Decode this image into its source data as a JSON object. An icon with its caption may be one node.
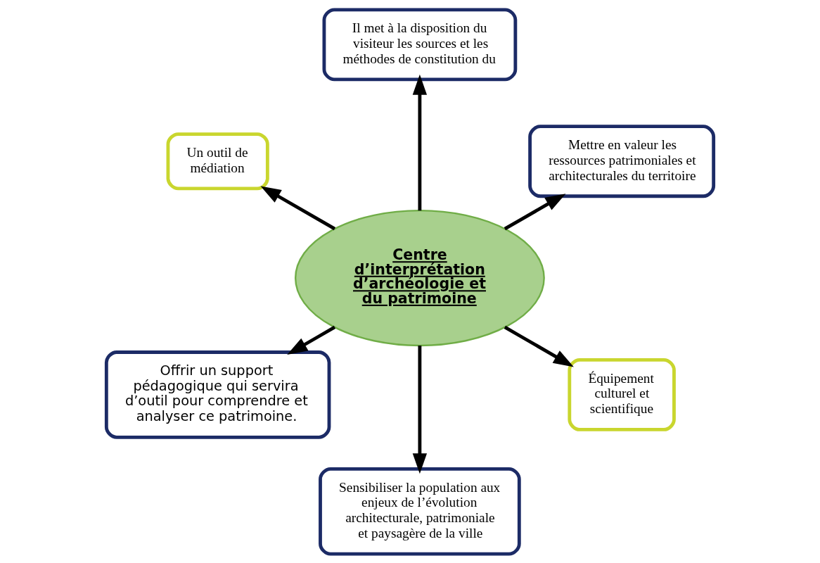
{
  "diagram": {
    "nodes": [
      {
        "text": [
          "Centre d’interprétation d’archéologie et du patrimoine"
        ]
      },
      {
        "text": [
          "Mettre en valeur les ressources patrimoniales et architecturales du territoire"
        ]
      },
      {
        "text": [
          "Il met à la disposition du visiteur les sources et les méthodes de constitution du"
        ]
      },
      {
        "text": [
          "Un outil de médiation"
        ]
      },
      {
        "text": [
          "Offrir un support pédagogique qui servira d’outil pour comprendre et analyser ce patrimoine."
        ]
      },
      {
        "text": [
          "Sensibiliser la population aux enjeux de l’évolution architecturale, patrimoniale et paysagère de la ville"
        ]
      },
      {
        "text": [
          "Équipement culturel et scientifique"
        ]
      }
    ],
    "edges": [
      {
        "from": 0,
        "to": 1,
        "arrow": "to"
      },
      {
        "from": 0,
        "to": 2,
        "arrow": "to"
      },
      {
        "from": 0,
        "to": 3,
        "arrow": "to"
      },
      {
        "from": 0,
        "to": 4,
        "arrow": "to"
      },
      {
        "from": 0,
        "to": 5,
        "arrow": "to"
      },
      {
        "from": 0,
        "to": 6,
        "arrow": "to"
      }
    ]
  }
}
